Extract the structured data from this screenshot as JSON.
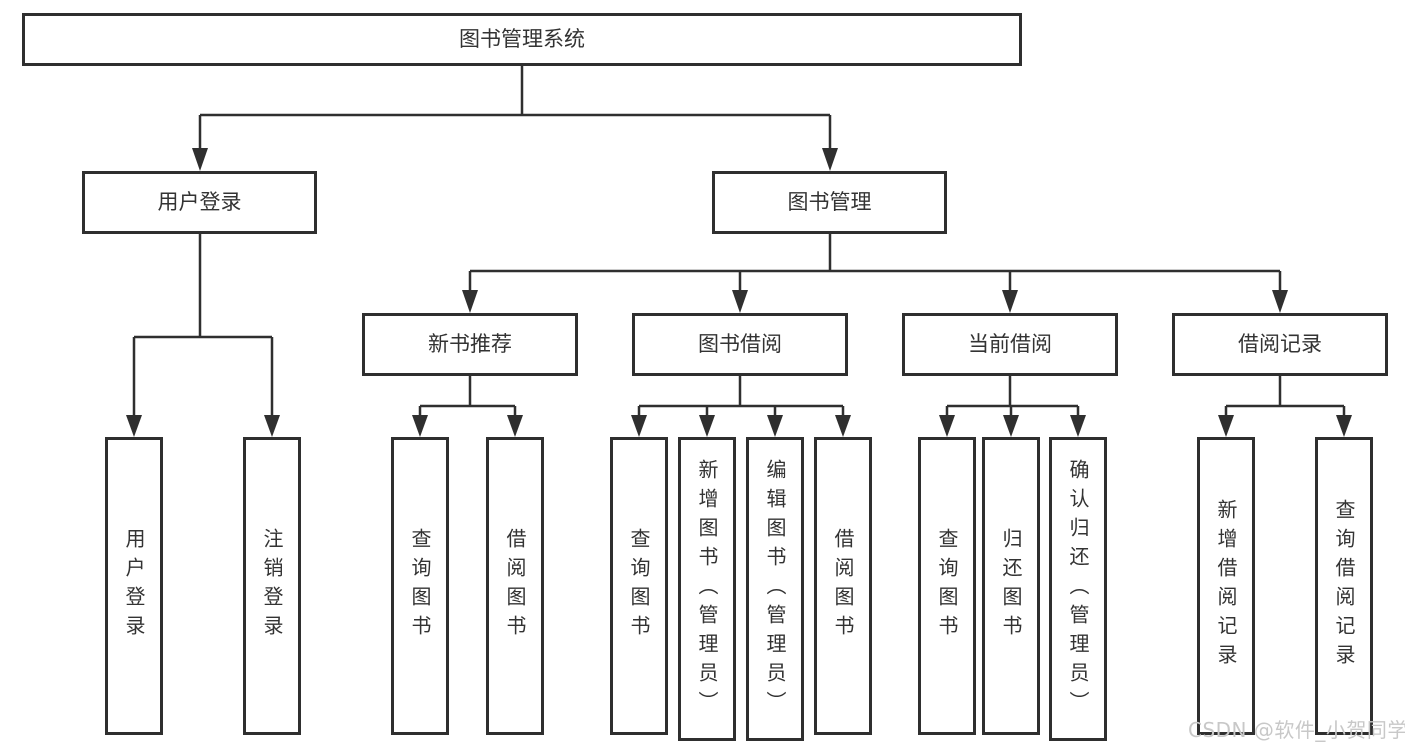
{
  "tree": {
    "label": "图书管理系统",
    "children": [
      {
        "label": "用户登录",
        "children": [
          {
            "label": "用户登录"
          },
          {
            "label": "注销登录"
          }
        ]
      },
      {
        "label": "图书管理",
        "children": [
          {
            "label": "新书推荐",
            "children": [
              {
                "label": "查询图书"
              },
              {
                "label": "借阅图书"
              }
            ]
          },
          {
            "label": "图书借阅",
            "children": [
              {
                "label": "查询图书"
              },
              {
                "label": "新增图书（管理员）"
              },
              {
                "label": "编辑图书（管理员）"
              },
              {
                "label": "借阅图书"
              }
            ]
          },
          {
            "label": "当前借阅",
            "children": [
              {
                "label": "查询图书"
              },
              {
                "label": "归还图书"
              },
              {
                "label": "确认归还（管理员）"
              }
            ]
          },
          {
            "label": "借阅记录",
            "children": [
              {
                "label": "新增借阅记录"
              },
              {
                "label": "查询借阅记录"
              }
            ]
          }
        ]
      }
    ]
  },
  "watermark": {
    "text": "CSDN @软件_小贺同学"
  },
  "colors": {
    "line": "#2f2f2f",
    "text": "#333333",
    "box_background": "#ffffff",
    "watermark": "#c8c8c8"
  }
}
